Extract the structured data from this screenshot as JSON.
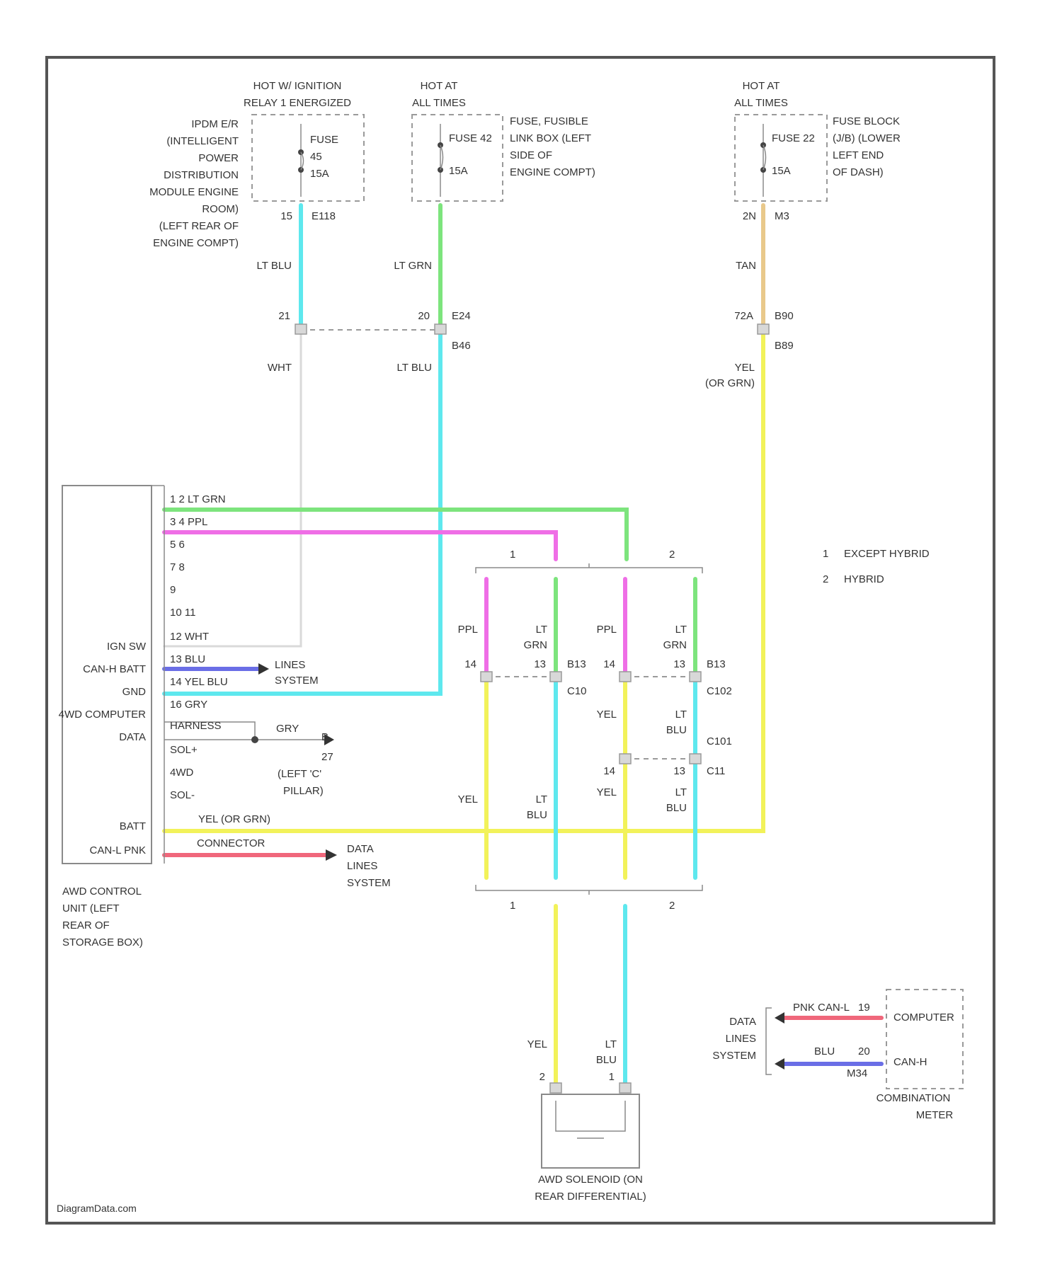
{
  "title": "",
  "sources": {
    "ipdm": {
      "header": [
        "HOT W/ IGNITION",
        "RELAY 1 ENERGIZED"
      ],
      "label": [
        "IPDM E/R",
        "(INTELLIGENT",
        "POWER",
        "DISTRIBUTION",
        "MODULE ENGINE",
        "ROOM)",
        "(LEFT REAR OF",
        "ENGINE COMPT)"
      ],
      "fuse": [
        "FUSE",
        "45",
        "15A"
      ],
      "pin": "15",
      "connector": "E118"
    },
    "fusible_link": {
      "header": [
        "HOT AT",
        "ALL TIMES"
      ],
      "label": [
        "FUSE, FUSIBLE",
        "LINK BOX (LEFT",
        "SIDE OF",
        "ENGINE COMPT)"
      ],
      "fuse": [
        "FUSE 42",
        "15A"
      ]
    },
    "fuse_block": {
      "header": [
        "HOT AT",
        "ALL TIMES"
      ],
      "label": [
        "FUSE BLOCK",
        "(J/B) (LOWER",
        "LEFT END",
        "OF DASH)"
      ],
      "fuse": [
        "FUSE 22",
        "15A"
      ],
      "pin": "2N",
      "connector": "M3"
    }
  },
  "wires": {
    "ltblu_top": "LT BLU",
    "ltgrn_top": "LT GRN",
    "tan": "TAN",
    "wht": "WHT",
    "ltblu_mid": "LT BLU",
    "yel_or_grn": [
      "YEL",
      "(OR GRN)"
    ],
    "yel": "YEL",
    "lt": "LT",
    "grn": "GRN",
    "blu": "BLU",
    "ppl": "PPL"
  },
  "connectors": {
    "pin_21": "21",
    "pin_20": "20",
    "e24": "E24",
    "b46": "B46",
    "pin_72a": "72A",
    "b90": "B90",
    "b89": "B89",
    "pin_14": "14",
    "pin_13": "13",
    "b13": "B13",
    "c10": "C10",
    "c102": "C102",
    "c101": "C101",
    "c11": "C11",
    "num_1": "1",
    "num_2": "2"
  },
  "control_unit": {
    "pins": [
      "1 2  LT GRN",
      "3 4  PPL",
      "5 6",
      "7 8",
      "9",
      "10 11",
      "12  WHT",
      "13  BLU",
      "14 YEL BLU",
      "16  GRY"
    ],
    "pin_labels": [
      "IGN SW",
      "CAN-H BATT",
      "GND",
      "4WD COMPUTER",
      "DATA",
      "SOL+",
      "4WD",
      "SOL-",
      "BATT",
      "CAN-L PNK"
    ],
    "harness_label": "HARNESS",
    "battery_wire": "YEL (OR GRN)",
    "pnk_wire": "CONNECTOR",
    "name": [
      "AWD CONTROL",
      "UNIT (LEFT",
      "REAR OF",
      "STORAGE BOX)"
    ]
  },
  "refs": {
    "lines_system": [
      "LINES",
      "SYSTEM"
    ],
    "data_lines": [
      "DATA",
      "LINES",
      "SYSTEM"
    ],
    "gry": "GRY",
    "ground_id": "B",
    "ground_pin": "27",
    "ground_label": [
      "(LEFT 'C'",
      "PILLAR)"
    ]
  },
  "legend": {
    "items": [
      {
        "num": "1",
        "text": "EXCEPT HYBRID"
      },
      {
        "num": "2",
        "text": "HYBRID"
      }
    ]
  },
  "solenoid": {
    "pin_2": "2",
    "pin_1": "1",
    "label": [
      "AWD SOLENOID (ON",
      "REAR DIFFERENTIAL)"
    ]
  },
  "meter": {
    "data_lines": [
      "DATA",
      "LINES",
      "SYSTEM"
    ],
    "pnk_wire": "PNK CAN-L",
    "blu_wire": "BLU",
    "pin_19": "19",
    "pin_20": "20",
    "m34": "M34",
    "computer": "COMPUTER",
    "canh": "CAN-H",
    "name": [
      "COMBINATION",
      "METER"
    ]
  },
  "watermark": "DiagramData.com",
  "colors": {
    "ltblu": "#5ee8ee",
    "ltgrn": "#7de47d",
    "tan": "#e9c98b",
    "yel": "#f2f25a",
    "ppl": "#ef6ee6",
    "wht": "#d9d9d9",
    "blu": "#6a6ee6",
    "pnk": "#f0677b"
  }
}
